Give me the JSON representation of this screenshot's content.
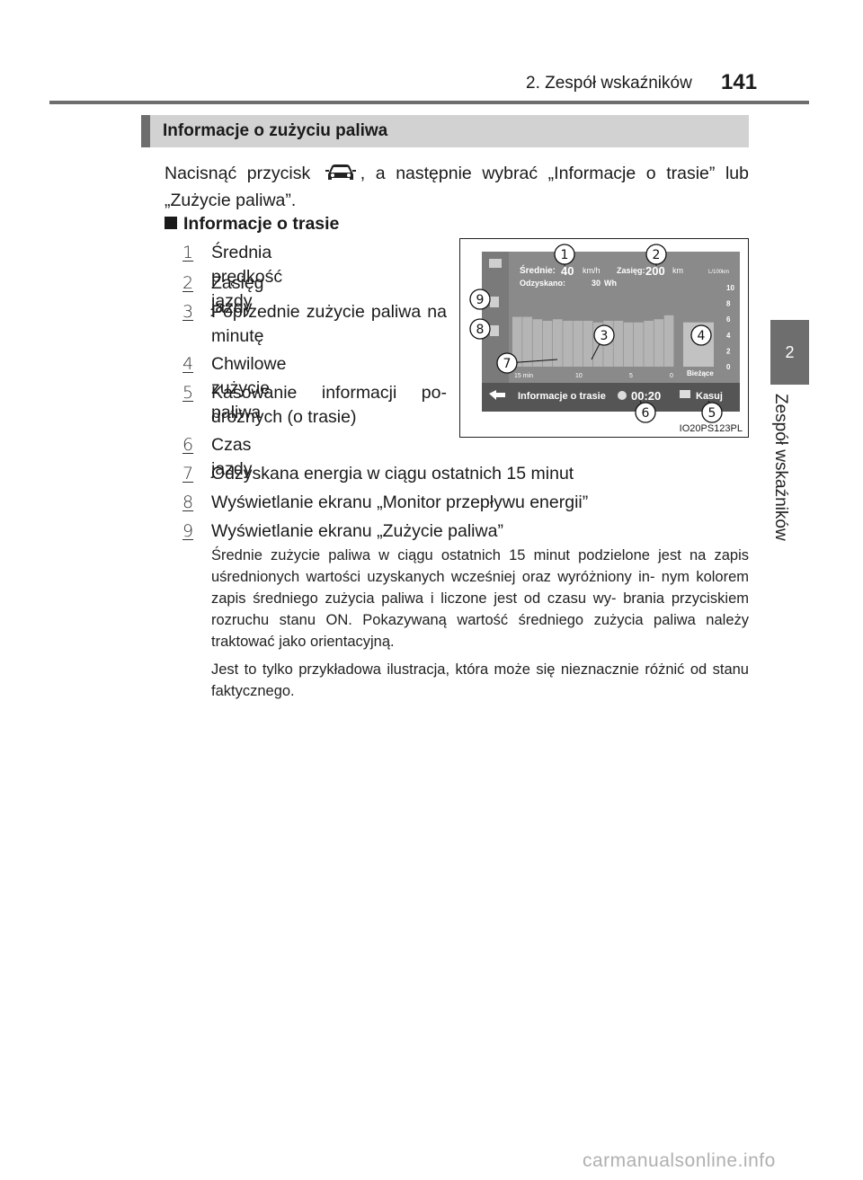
{
  "header": {
    "section": "2. Zespół wskaźników",
    "page_number": "141"
  },
  "side_tab": {
    "number": "2",
    "label": "Zespół wskaźników"
  },
  "section_title": "Informacje o zużyciu paliwa",
  "intro": {
    "before_icon": "Nacisnąć przycisk",
    "icon": "car-icon",
    "after_icon": ", a następnie wybrać „Informacje o trasie” lub „Zużycie paliwa”."
  },
  "subheading": "Informacje o trasie",
  "items": [
    {
      "num": "1",
      "text": "Średnia prędkość jazdy"
    },
    {
      "num": "2",
      "text": "Zasięg jazdy"
    },
    {
      "num": "3",
      "text": "Poprzednie zużycie paliwa na minutę"
    },
    {
      "num": "4",
      "text": "Chwilowe zużycie paliwa"
    },
    {
      "num": "5",
      "text": "Kasowanie informacji po- dróżnych (o trasie)"
    },
    {
      "num": "6",
      "text": "Czas jazdy"
    },
    {
      "num": "7",
      "text": "Odzyskana energia w ciągu ostatnich 15 minut"
    },
    {
      "num": "8",
      "text": "Wyświetlanie ekranu „Monitor przepływu energii”"
    },
    {
      "num": "9",
      "text": "Wyświetlanie ekranu „Zużycie paliwa”"
    }
  ],
  "notes": [
    "Średnie zużycie paliwa w ciągu ostatnich 15 minut podzielone jest na zapis uśrednionych wartości uzyskanych wcześniej oraz wyróżniony in- nym kolorem zapis średniego zużycia paliwa i liczone jest od czasu wy- brania przyciskiem rozruchu stanu ON. Pokazywaną wartość średniego zużycia paliwa należy traktować jako orientacyjną.",
    "Jest to tylko przykładowa ilustracja, która może się nieznacznie różnić od stanu faktycznego."
  ],
  "figure": {
    "code": "IO20PS123PL",
    "screen": {
      "avg_label": "Średnie:",
      "avg_value": "40",
      "avg_unit": "km/h",
      "range_label": "Zasięg:",
      "range_value": "200",
      "range_unit": "km",
      "fuel_unit": "L/100km",
      "recovered_label": "Odzyskano:",
      "recovered_value": "30",
      "recovered_unit": "Wh",
      "y_ticks": [
        "10",
        "8",
        "6",
        "4",
        "2",
        "0"
      ],
      "x_ticks": [
        "15 min",
        "10",
        "5",
        "0"
      ],
      "current_label": "Bieżące",
      "title": "Informacje o trasie",
      "time": "00:20",
      "clear_button": "Kasuj",
      "bars": [
        6.3,
        6.3,
        6.0,
        5.8,
        6.0,
        5.8,
        5.8,
        5.8,
        5.6,
        5.8,
        5.8,
        5.6,
        5.6,
        5.8,
        6.0,
        6.5
      ],
      "current_value": 5.6
    },
    "callouts": [
      "1",
      "2",
      "3",
      "4",
      "5",
      "6",
      "7",
      "8",
      "9"
    ]
  },
  "watermark": "carmanualsonline.info",
  "colors": {
    "rule": "#6e6e6e",
    "section_bar": "#d2d2d2"
  }
}
